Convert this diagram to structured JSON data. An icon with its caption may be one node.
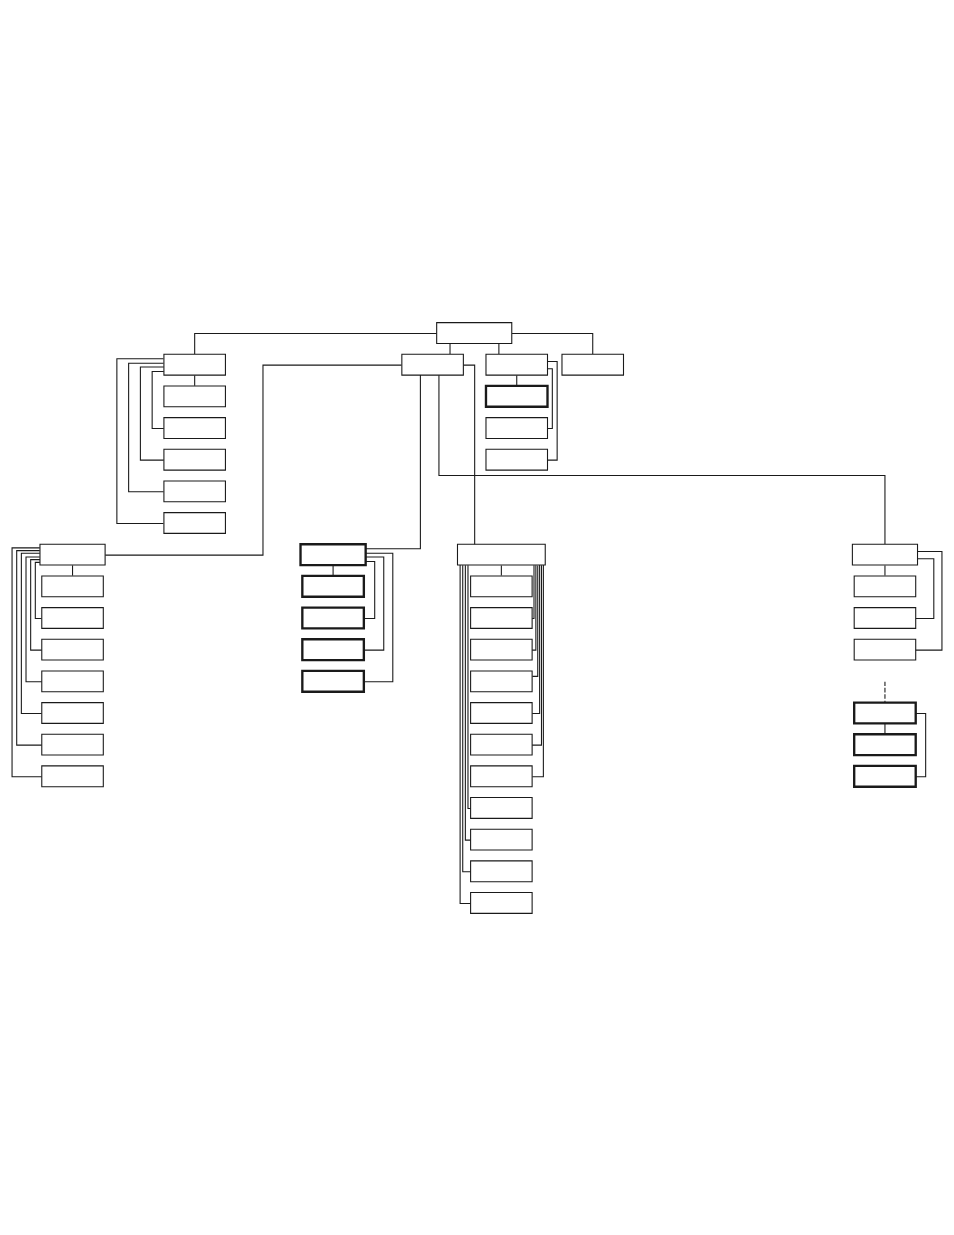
{
  "diagram": {
    "nodes": [
      {
        "text": [],
        "shape": "box"
      },
      {
        "text": [],
        "shape": "box"
      },
      {
        "text": [],
        "shape": "box"
      },
      {
        "text": [],
        "shape": "box"
      },
      {
        "text": [],
        "shape": "box"
      },
      {
        "text": [],
        "shape": "box"
      },
      {
        "text": [],
        "shape": "box"
      },
      {
        "text": [],
        "shape": "box"
      },
      {
        "text": [],
        "shape": "box"
      },
      {
        "text": [],
        "shape": "box"
      },
      {
        "text": [],
        "shape": "box"
      },
      {
        "text": [],
        "shape": "box"
      },
      {
        "text": [],
        "shape": "box"
      },
      {
        "text": [],
        "shape": "box"
      },
      {
        "text": [],
        "shape": "box"
      },
      {
        "text": [],
        "shape": "box"
      },
      {
        "text": [],
        "shape": "box"
      },
      {
        "text": [],
        "shape": "box"
      },
      {
        "text": [],
        "shape": "box"
      },
      {
        "text": [],
        "shape": "box"
      },
      {
        "text": [],
        "shape": "box"
      },
      {
        "text": [],
        "shape": "box"
      },
      {
        "text": [],
        "shape": "box"
      },
      {
        "text": [],
        "shape": "box"
      },
      {
        "text": [],
        "shape": "box"
      },
      {
        "text": [],
        "shape": "box"
      },
      {
        "text": [],
        "shape": "box"
      },
      {
        "text": [],
        "shape": "box"
      },
      {
        "text": [],
        "shape": "box"
      },
      {
        "text": [],
        "shape": "box"
      },
      {
        "text": [],
        "shape": "box"
      },
      {
        "text": [],
        "shape": "box"
      },
      {
        "text": [],
        "shape": "box"
      },
      {
        "text": [],
        "shape": "box"
      },
      {
        "text": [],
        "shape": "box"
      },
      {
        "text": [],
        "shape": "box"
      },
      {
        "text": [],
        "shape": "box"
      },
      {
        "text": [],
        "shape": "box"
      },
      {
        "text": [],
        "shape": "box"
      },
      {
        "text": [],
        "shape": "box"
      },
      {
        "text": [],
        "shape": "box"
      },
      {
        "text": [],
        "shape": "box"
      },
      {
        "text": [],
        "shape": "box"
      },
      {
        "text": [],
        "shape": "box"
      },
      {
        "text": [],
        "shape": "box"
      }
    ],
    "edges": [
      {
        "from": 0,
        "to": 1,
        "arrow": "none"
      },
      {
        "from": 0,
        "to": 2,
        "arrow": "none"
      },
      {
        "from": 0,
        "to": 3,
        "arrow": "none"
      },
      {
        "from": 0,
        "to": 4,
        "arrow": "none"
      },
      {
        "from": 1,
        "to": 5,
        "arrow": "none"
      },
      {
        "from": 1,
        "to": 6,
        "arrow": "none"
      },
      {
        "from": 1,
        "to": 7,
        "arrow": "none"
      },
      {
        "from": 1,
        "to": 8,
        "arrow": "none"
      },
      {
        "from": 1,
        "to": 9,
        "arrow": "none"
      },
      {
        "from": 3,
        "to": 10,
        "arrow": "none"
      },
      {
        "from": 3,
        "to": 11,
        "arrow": "none"
      },
      {
        "from": 3,
        "to": 12,
        "arrow": "none"
      },
      {
        "from": 2,
        "to": 13,
        "arrow": "none"
      },
      {
        "from": 2,
        "to": 14,
        "arrow": "none"
      },
      {
        "from": 2,
        "to": 15,
        "arrow": "none"
      },
      {
        "from": 2,
        "to": 16,
        "arrow": "none"
      },
      {
        "from": 13,
        "to": 17,
        "arrow": "none"
      },
      {
        "from": 13,
        "to": 18,
        "arrow": "none"
      },
      {
        "from": 13,
        "to": 19,
        "arrow": "none"
      },
      {
        "from": 13,
        "to": 20,
        "arrow": "none"
      },
      {
        "from": 13,
        "to": 21,
        "arrow": "none"
      },
      {
        "from": 13,
        "to": 22,
        "arrow": "none"
      },
      {
        "from": 13,
        "to": 23,
        "arrow": "none"
      },
      {
        "from": 14,
        "to": 24,
        "arrow": "none"
      },
      {
        "from": 14,
        "to": 25,
        "arrow": "none"
      },
      {
        "from": 14,
        "to": 26,
        "arrow": "none"
      },
      {
        "from": 14,
        "to": 27,
        "arrow": "none"
      },
      {
        "from": 15,
        "to": 28,
        "arrow": "none"
      },
      {
        "from": 15,
        "to": 29,
        "arrow": "none"
      },
      {
        "from": 15,
        "to": 30,
        "arrow": "none"
      },
      {
        "from": 15,
        "to": 31,
        "arrow": "none"
      },
      {
        "from": 15,
        "to": 32,
        "arrow": "none"
      },
      {
        "from": 15,
        "to": 33,
        "arrow": "none"
      },
      {
        "from": 15,
        "to": 34,
        "arrow": "none"
      },
      {
        "from": 15,
        "to": 35,
        "arrow": "none"
      },
      {
        "from": 15,
        "to": 36,
        "arrow": "none"
      },
      {
        "from": 15,
        "to": 37,
        "arrow": "none"
      },
      {
        "from": 15,
        "to": 38,
        "arrow": "none"
      },
      {
        "from": 16,
        "to": 39,
        "arrow": "none"
      },
      {
        "from": 16,
        "to": 40,
        "arrow": "none"
      },
      {
        "from": 16,
        "to": 41,
        "arrow": "none"
      },
      {
        "from": null,
        "to": 42,
        "arrow": "none",
        "style": "dashed"
      },
      {
        "from": 42,
        "to": 43,
        "arrow": "none"
      },
      {
        "from": 42,
        "to": 44,
        "arrow": "none"
      }
    ]
  }
}
